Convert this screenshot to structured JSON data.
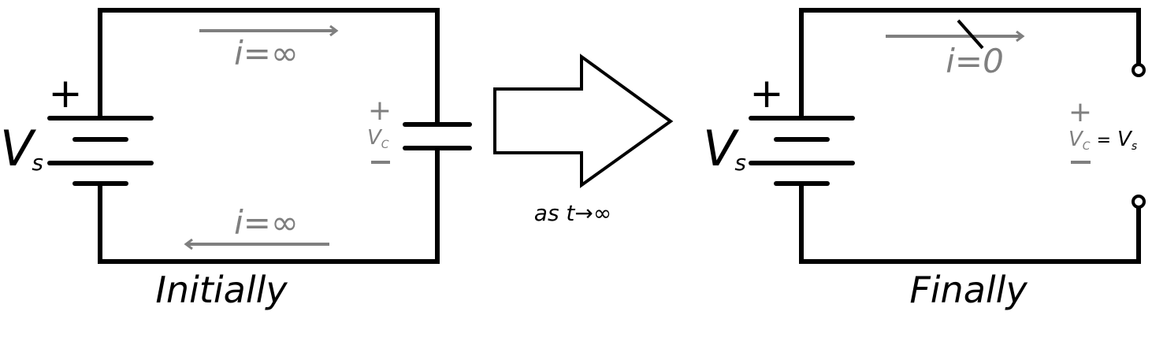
{
  "left_circuit": {
    "source_label_main": "V",
    "source_label_sub": "s",
    "plus_sign": "+",
    "current_top": "i=∞",
    "current_bottom": "i=∞",
    "cap_plus": "+",
    "cap_label_main": "V",
    "cap_label_sub": "C",
    "cap_minus": "−",
    "caption": "Initially"
  },
  "transition": {
    "label": "as t→∞"
  },
  "right_circuit": {
    "source_label_main": "V",
    "source_label_sub": "s",
    "plus_sign": "+",
    "current_top": "i=0",
    "cap_plus": "+",
    "cap_label_main": "V",
    "cap_label_sub": "C",
    "cap_equals": "=",
    "cap_label_rhs_main": "V",
    "cap_label_rhs_sub": "s",
    "cap_minus": "−",
    "caption": "Finally"
  },
  "colors": {
    "wire": "#000000",
    "annotation": "#7f7f7f",
    "background": "#ffffff"
  }
}
